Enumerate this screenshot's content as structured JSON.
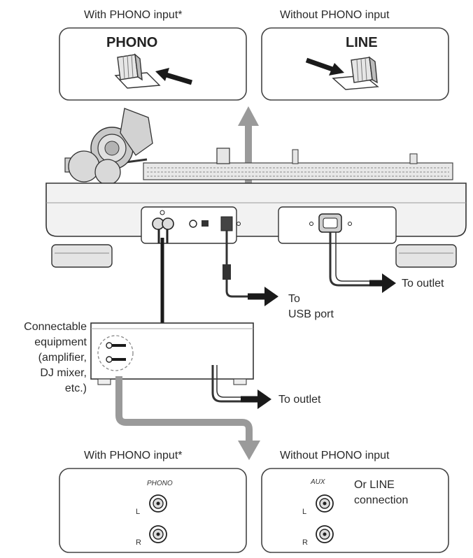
{
  "top": {
    "left_heading": "With PHONO input*",
    "right_heading": "Without PHONO input",
    "left_switch_label": "PHONO",
    "right_switch_label": "LINE"
  },
  "connections": {
    "usb_line1": "To",
    "usb_line2": "USB port",
    "outlet_turntable": "To outlet",
    "outlet_equipment": "To outlet"
  },
  "equipment": {
    "line1": "Connectable",
    "line2": "equipment",
    "line3": "(amplifier,",
    "line4": "DJ mixer,",
    "line5": "etc.)"
  },
  "bottom": {
    "left_heading": "With PHONO input*",
    "right_heading": "Without PHONO input",
    "left_jack_label": "PHONO",
    "right_jack_label": "AUX",
    "jack_l": "L",
    "jack_r": "R",
    "right_note_line1": "Or LINE",
    "right_note_line2": "connection"
  }
}
